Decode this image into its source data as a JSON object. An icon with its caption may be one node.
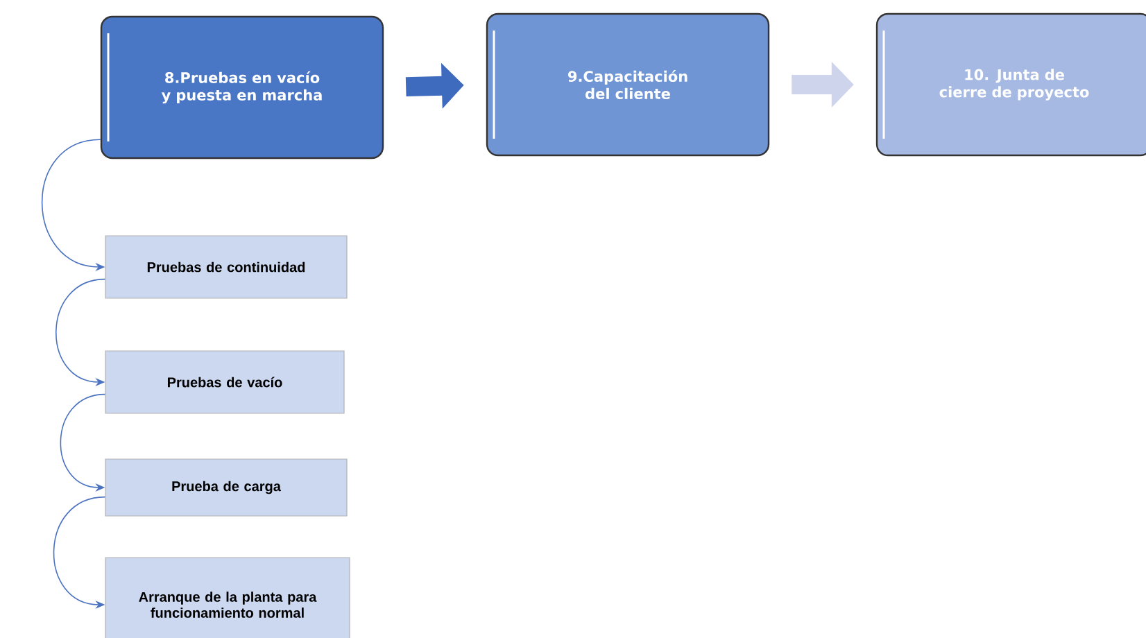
{
  "diagram": {
    "nodes": [
      {
        "text": [
          "8.Pruebas en vacío y puesta en marcha"
        ]
      },
      {
        "text": [
          "9.Capacitación del cliente"
        ]
      },
      {
        "text": [
          "10. Junta de cierre de proyecto"
        ]
      },
      {
        "text": [
          "Pruebas de continuidad"
        ]
      },
      {
        "text": [
          "Pruebas de vacío"
        ]
      },
      {
        "text": [
          "Prueba de carga"
        ]
      },
      {
        "text": [
          "Arranque de la planta para funcionamiento normal"
        ]
      }
    ],
    "edges": [
      {
        "from": 0,
        "to": 1,
        "arrow": "to",
        "style": "thick",
        "color": "#3f6bbf"
      },
      {
        "from": 1,
        "to": 2,
        "arrow": "to",
        "style": "thick",
        "color": "#cdd4ec"
      },
      {
        "from": 0,
        "to": 3,
        "arrow": "to"
      },
      {
        "from": 3,
        "to": 4,
        "arrow": "to"
      },
      {
        "from": 4,
        "to": 5,
        "arrow": "to"
      },
      {
        "from": 5,
        "to": 6,
        "arrow": "to"
      }
    ]
  }
}
